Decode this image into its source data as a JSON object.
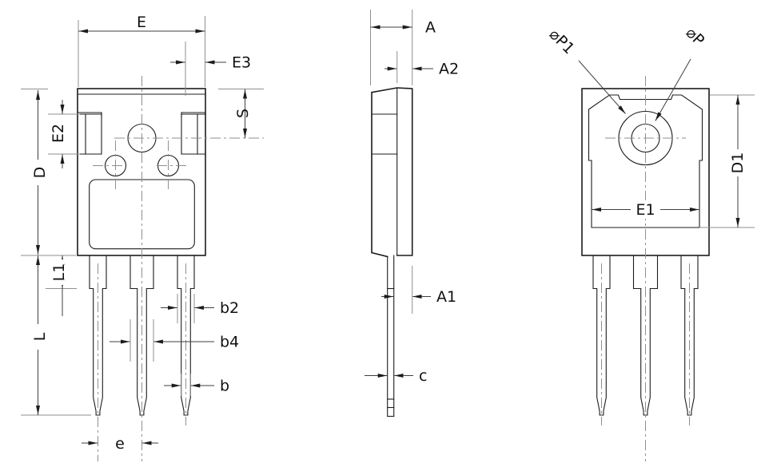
{
  "figure": {
    "kind": "package-outline-technical-drawing",
    "background_color": "#ffffff",
    "object_line_color": "#1c1c1c",
    "dimension_line_color": "#3f3f3f",
    "extension_line_color": "#8f8f8f",
    "views": [
      "front-view",
      "side-view",
      "back-view"
    ]
  },
  "front_view": {
    "labels": {
      "E": "E",
      "E3": "E3",
      "S": "S",
      "E2": "E2",
      "D": "D",
      "L1": "L1",
      "L": "L",
      "b2": "b2",
      "b4": "b4",
      "b": "b",
      "e": "e"
    }
  },
  "side_view": {
    "labels": {
      "A": "A",
      "A2": "A2",
      "A1": "A1",
      "c": "c"
    }
  },
  "back_view": {
    "labels": {
      "phi_p1": "⌀P1",
      "phi_p": "⌀P",
      "D1": "D1",
      "E1": "E1"
    }
  }
}
